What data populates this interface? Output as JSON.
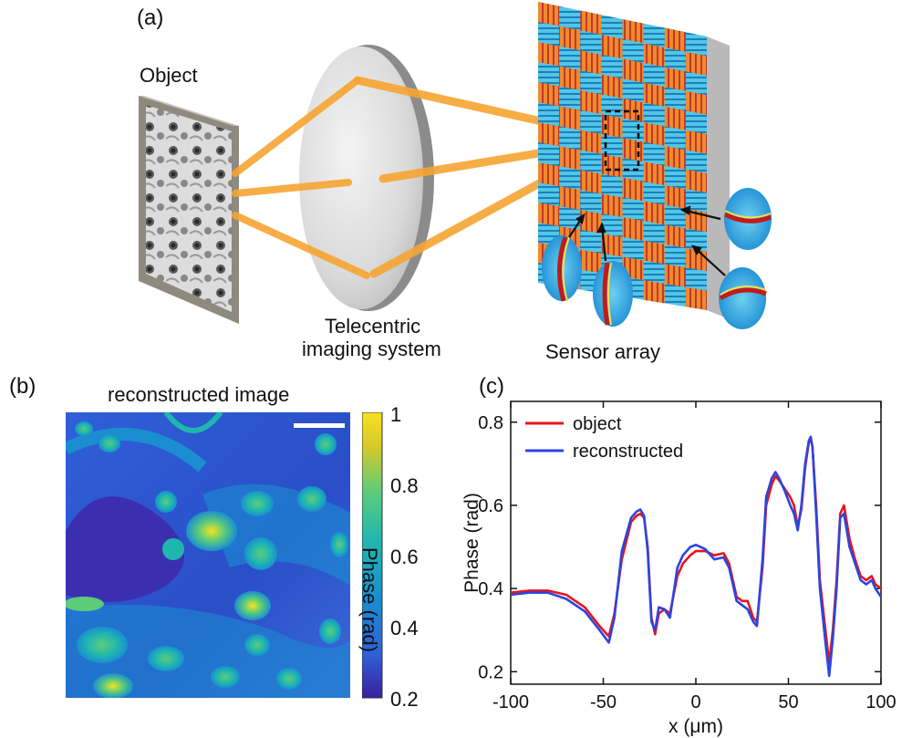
{
  "panel_a": {
    "letter": "(a)",
    "object_label": "Object",
    "lens_label_line1": "Telecentric",
    "lens_label_line2": "imaging system",
    "sensor_label": "Sensor array",
    "beam_color": "#f7a533",
    "stripe_orange": "#f08a2c",
    "stripe_cyan": "#52c6e8"
  },
  "panel_b": {
    "letter": "(b)",
    "title": "reconstructed image",
    "colorbar_label": "Phase (rad)",
    "colorbar_ticks": [
      "1",
      "0.8",
      "0.6",
      "0.4",
      "0.2"
    ],
    "colormap": [
      "#440154",
      "#3b2f9e",
      "#2f5fd8",
      "#1a8ed0",
      "#20b6b0",
      "#5ccc7a",
      "#b5d83a",
      "#f9e021"
    ]
  },
  "panel_c": {
    "letter": "(c)"
  },
  "chart_data": {
    "type": "line",
    "xlabel": "x (μm)",
    "ylabel": "Phase (rad)",
    "xlim": [
      -100,
      100
    ],
    "ylim": [
      0.17,
      0.85
    ],
    "x_ticks": [
      "-100",
      "-50",
      "0",
      "50",
      "100"
    ],
    "y_ticks": [
      "0.2",
      "0.4",
      "0.6",
      "0.8"
    ],
    "legend_position": "top-left",
    "series": [
      {
        "name": "object",
        "color": "#e8151b",
        "x": [
          -100,
          -90,
          -80,
          -70,
          -60,
          -52,
          -47,
          -44,
          -40,
          -35,
          -32,
          -30,
          -28,
          -26,
          -24,
          -22,
          -20,
          -17,
          -14,
          -10,
          -7,
          -3,
          0,
          5,
          10,
          15,
          18,
          22,
          25,
          28,
          31,
          33,
          36,
          38,
          41,
          43,
          45,
          48,
          51,
          53,
          55,
          57,
          59,
          61,
          62,
          63,
          65,
          67,
          70,
          72,
          74,
          76,
          78,
          80,
          83,
          86,
          89,
          92,
          95,
          97,
          100
        ],
        "y": [
          0.39,
          0.395,
          0.395,
          0.385,
          0.355,
          0.31,
          0.285,
          0.34,
          0.47,
          0.56,
          0.575,
          0.58,
          0.57,
          0.5,
          0.33,
          0.29,
          0.34,
          0.35,
          0.34,
          0.43,
          0.46,
          0.48,
          0.49,
          0.49,
          0.48,
          0.485,
          0.46,
          0.38,
          0.37,
          0.37,
          0.33,
          0.32,
          0.45,
          0.6,
          0.65,
          0.67,
          0.66,
          0.64,
          0.62,
          0.6,
          0.55,
          0.59,
          0.69,
          0.75,
          0.76,
          0.74,
          0.6,
          0.42,
          0.3,
          0.22,
          0.3,
          0.42,
          0.58,
          0.6,
          0.52,
          0.47,
          0.43,
          0.42,
          0.43,
          0.41,
          0.4
        ]
      },
      {
        "name": "reconstructed",
        "color": "#2b45e0",
        "x": [
          -100,
          -90,
          -80,
          -70,
          -60,
          -52,
          -47,
          -44,
          -40,
          -35,
          -32,
          -30,
          -28,
          -26,
          -24,
          -22,
          -20,
          -17,
          -14,
          -10,
          -7,
          -3,
          0,
          5,
          10,
          15,
          18,
          22,
          25,
          28,
          31,
          33,
          36,
          38,
          41,
          43,
          45,
          48,
          51,
          53,
          55,
          57,
          59,
          61,
          62,
          63,
          65,
          67,
          70,
          72,
          74,
          76,
          78,
          80,
          83,
          86,
          89,
          92,
          95,
          97,
          100
        ],
        "y": [
          0.385,
          0.39,
          0.39,
          0.375,
          0.345,
          0.3,
          0.27,
          0.33,
          0.49,
          0.57,
          0.585,
          0.59,
          0.575,
          0.49,
          0.32,
          0.3,
          0.355,
          0.35,
          0.33,
          0.45,
          0.48,
          0.5,
          0.505,
          0.495,
          0.47,
          0.475,
          0.45,
          0.37,
          0.36,
          0.35,
          0.32,
          0.31,
          0.47,
          0.62,
          0.665,
          0.68,
          0.665,
          0.635,
          0.6,
          0.58,
          0.54,
          0.6,
          0.7,
          0.755,
          0.765,
          0.74,
          0.58,
          0.4,
          0.27,
          0.19,
          0.28,
          0.4,
          0.57,
          0.58,
          0.5,
          0.46,
          0.42,
          0.41,
          0.42,
          0.4,
          0.38
        ]
      }
    ]
  }
}
